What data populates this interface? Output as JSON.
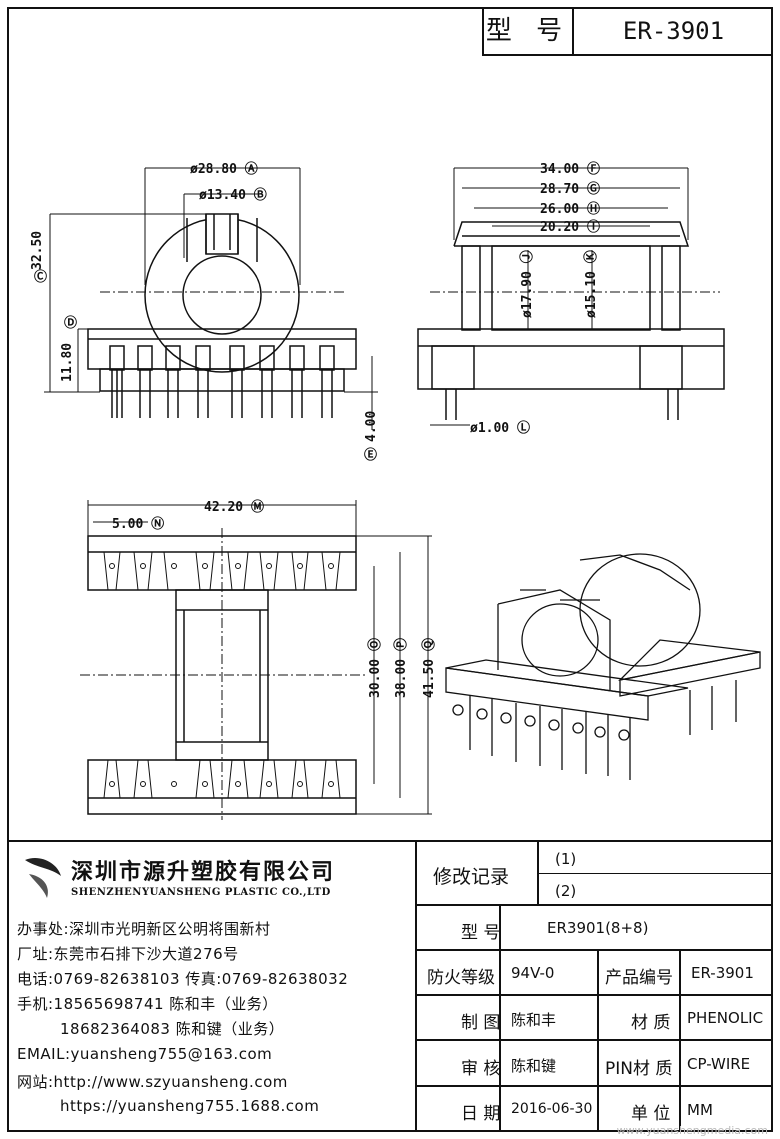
{
  "header": {
    "model_label": "型 号",
    "model_value": "ER-3901"
  },
  "dimensions": {
    "A": {
      "value": "ø28.80",
      "letter": "A"
    },
    "B": {
      "value": "ø13.40",
      "letter": "B"
    },
    "C": {
      "value": "32.50",
      "letter": "C"
    },
    "D": {
      "value": "11.80",
      "letter": "D"
    },
    "E": {
      "value": "4.00",
      "letter": "E"
    },
    "F": {
      "value": "34.00",
      "letter": "F"
    },
    "G": {
      "value": "28.70",
      "letter": "G"
    },
    "H": {
      "value": "26.00",
      "letter": "H"
    },
    "I": {
      "value": "20.20",
      "letter": "I"
    },
    "J": {
      "value": "ø17.90",
      "letter": "J"
    },
    "K": {
      "value": "ø15.10",
      "letter": "K"
    },
    "L": {
      "value": "ø1.00",
      "letter": "L"
    },
    "M": {
      "value": "42.20",
      "letter": "M"
    },
    "N": {
      "value": "5.00",
      "letter": "N"
    },
    "O": {
      "value": "30.00",
      "letter": "O"
    },
    "P": {
      "value": "38.00",
      "letter": "P"
    },
    "Q": {
      "value": "41.50",
      "letter": "Q"
    }
  },
  "company": {
    "name": "深圳市源升塑胶有限公司",
    "name_en": "SHENZHENYUANSHENG PLASTIC CO.,LTD",
    "office": "办事处:深圳市光明新区公明将围新村",
    "factory": "厂址:东莞市石排下沙大道276号",
    "phone": "电话:0769-82638103 传真:0769-82638032",
    "mobile1": "手机:18565698741 陈和丰（业务）",
    "mobile2": "18682364083 陈和键（业务）",
    "email": "EMAIL:yuansheng755@163.com",
    "website": "网站:http://www.szyuansheng.com",
    "website2": "https://yuansheng755.1688.com"
  },
  "revision": {
    "label": "修改记录",
    "rows": [
      "(1)",
      "(2)"
    ]
  },
  "spec": {
    "model_label": "型 号",
    "model_value": "ER3901(8+8)",
    "fire_label": "防火等级",
    "fire_value": "94V-0",
    "product_no_label": "产品编号",
    "product_no_value": "ER-3901",
    "drawn_label": "制 图",
    "drawn_value": "陈和丰",
    "material_label": "材 质",
    "material_value": "PHENOLIC",
    "review_label": "审 核",
    "review_value": "陈和键",
    "pin_material_label": "PIN材 质",
    "pin_material_value": "CP-WIRE",
    "date_label": "日 期",
    "date_value": "2016-06-30",
    "unit_label": "单 位",
    "unit_value": "MM"
  },
  "watermark": "www.yuanshengmedia.com"
}
